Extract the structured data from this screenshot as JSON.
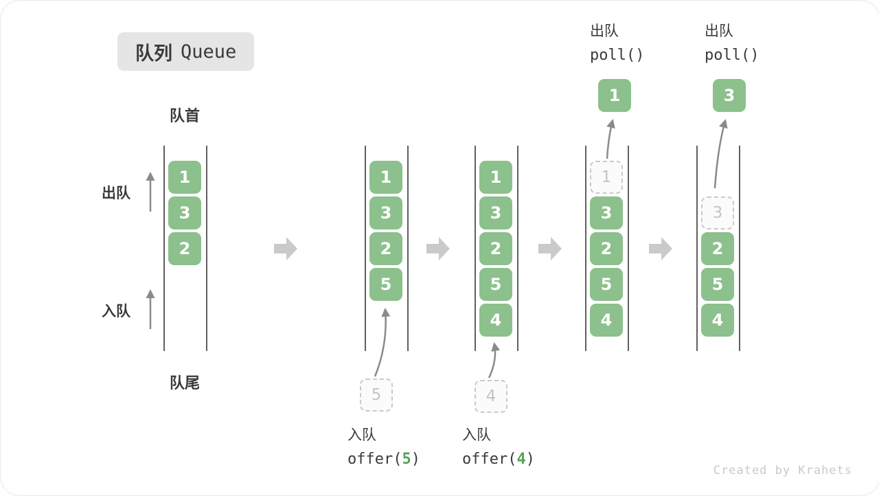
{
  "title": {
    "zh": "队列",
    "en": "Queue"
  },
  "labels": {
    "front": "队首",
    "rear": "队尾",
    "dequeue_side": "出队",
    "enqueue_side": "入队"
  },
  "watermark": "Created by Krahets",
  "colors": {
    "item_green": "#8cc08c",
    "item_text": "#ffffff",
    "accent_code_green": "#56a456",
    "ghost_border": "#c9c9c9",
    "ghost_text": "#c4c4c4",
    "text_dark": "#3a3a3a",
    "wall_line": "#5f5f5f",
    "thin_arrow": "#8a8a8a",
    "big_arrow": "#cacaca",
    "badge_bg": "#e5e5e5",
    "watermark_gray": "#c9c9c9"
  },
  "states": [
    {
      "name": "initial",
      "items": [
        {
          "slot": 0,
          "value": "1"
        },
        {
          "slot": 1,
          "value": "3"
        },
        {
          "slot": 2,
          "value": "2"
        }
      ]
    },
    {
      "name": "after-offer-5",
      "items": [
        {
          "slot": 0,
          "value": "1"
        },
        {
          "slot": 1,
          "value": "3"
        },
        {
          "slot": 2,
          "value": "2"
        },
        {
          "slot": 3,
          "value": "5"
        }
      ],
      "enqueue": {
        "label": "入队",
        "ghost_value": "5",
        "code_before": "offer(",
        "code_value": "5",
        "code_after": ")"
      }
    },
    {
      "name": "after-offer-4",
      "items": [
        {
          "slot": 0,
          "value": "1"
        },
        {
          "slot": 1,
          "value": "3"
        },
        {
          "slot": 2,
          "value": "2"
        },
        {
          "slot": 3,
          "value": "5"
        },
        {
          "slot": 4,
          "value": "4"
        }
      ],
      "enqueue": {
        "label": "入队",
        "ghost_value": "4",
        "code_before": "offer(",
        "code_value": "4",
        "code_after": ")"
      }
    },
    {
      "name": "after-poll-1",
      "items": [
        {
          "slot": 0,
          "value": "1",
          "ghost": true
        },
        {
          "slot": 1,
          "value": "3"
        },
        {
          "slot": 2,
          "value": "2"
        },
        {
          "slot": 3,
          "value": "5"
        },
        {
          "slot": 4,
          "value": "4"
        }
      ],
      "dequeue": {
        "label": "出队",
        "code": "poll()",
        "polled_value": "1"
      }
    },
    {
      "name": "after-poll-3",
      "items": [
        {
          "slot": 1,
          "value": "3",
          "ghost": true
        },
        {
          "slot": 2,
          "value": "2"
        },
        {
          "slot": 3,
          "value": "5"
        },
        {
          "slot": 4,
          "value": "4"
        }
      ],
      "dequeue": {
        "label": "出队",
        "code": "poll()",
        "polled_value": "3"
      }
    }
  ]
}
